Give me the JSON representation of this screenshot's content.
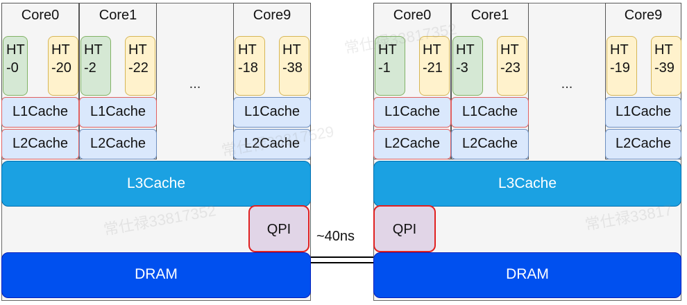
{
  "sockets": [
    {
      "cores": [
        {
          "label": "Core0",
          "threads": [
            "HT\n-0",
            "HT\n-20"
          ]
        },
        {
          "label": "Core1",
          "threads": [
            "HT\n-2",
            "HT\n-22"
          ]
        },
        {
          "label": "Core9",
          "threads": [
            "HT\n-18",
            "HT\n-38"
          ]
        }
      ],
      "ellipsis": "...",
      "l1": "L1Cache",
      "l2": "L2Cache",
      "l3": "L3Cache",
      "qpi": "QPI",
      "dram": "DRAM"
    },
    {
      "cores": [
        {
          "label": "Core0",
          "threads": [
            "HT\n-1",
            "HT\n-21"
          ]
        },
        {
          "label": "Core1",
          "threads": [
            "HT\n-3",
            "HT\n-23"
          ]
        },
        {
          "label": "Core9",
          "threads": [
            "HT\n-19",
            "HT\n-39"
          ]
        }
      ],
      "ellipsis": "...",
      "l1": "L1Cache",
      "l2": "L2Cache",
      "l3": "L3Cache",
      "qpi": "QPI",
      "dram": "DRAM"
    }
  ],
  "interconnect_latency": "~40ns",
  "watermarks": [
    "常仕禄33817352",
    "常仕禄33817529",
    "常仕禄33817352",
    "常仕禄33817"
  ],
  "colors": {
    "ht_even": "#d5e8d4",
    "ht_odd": "#fff2cc",
    "cache": "#dae8fc",
    "l3": "#1ba1e2",
    "qpi": "#e1d5e7",
    "dram": "#0050ef"
  }
}
